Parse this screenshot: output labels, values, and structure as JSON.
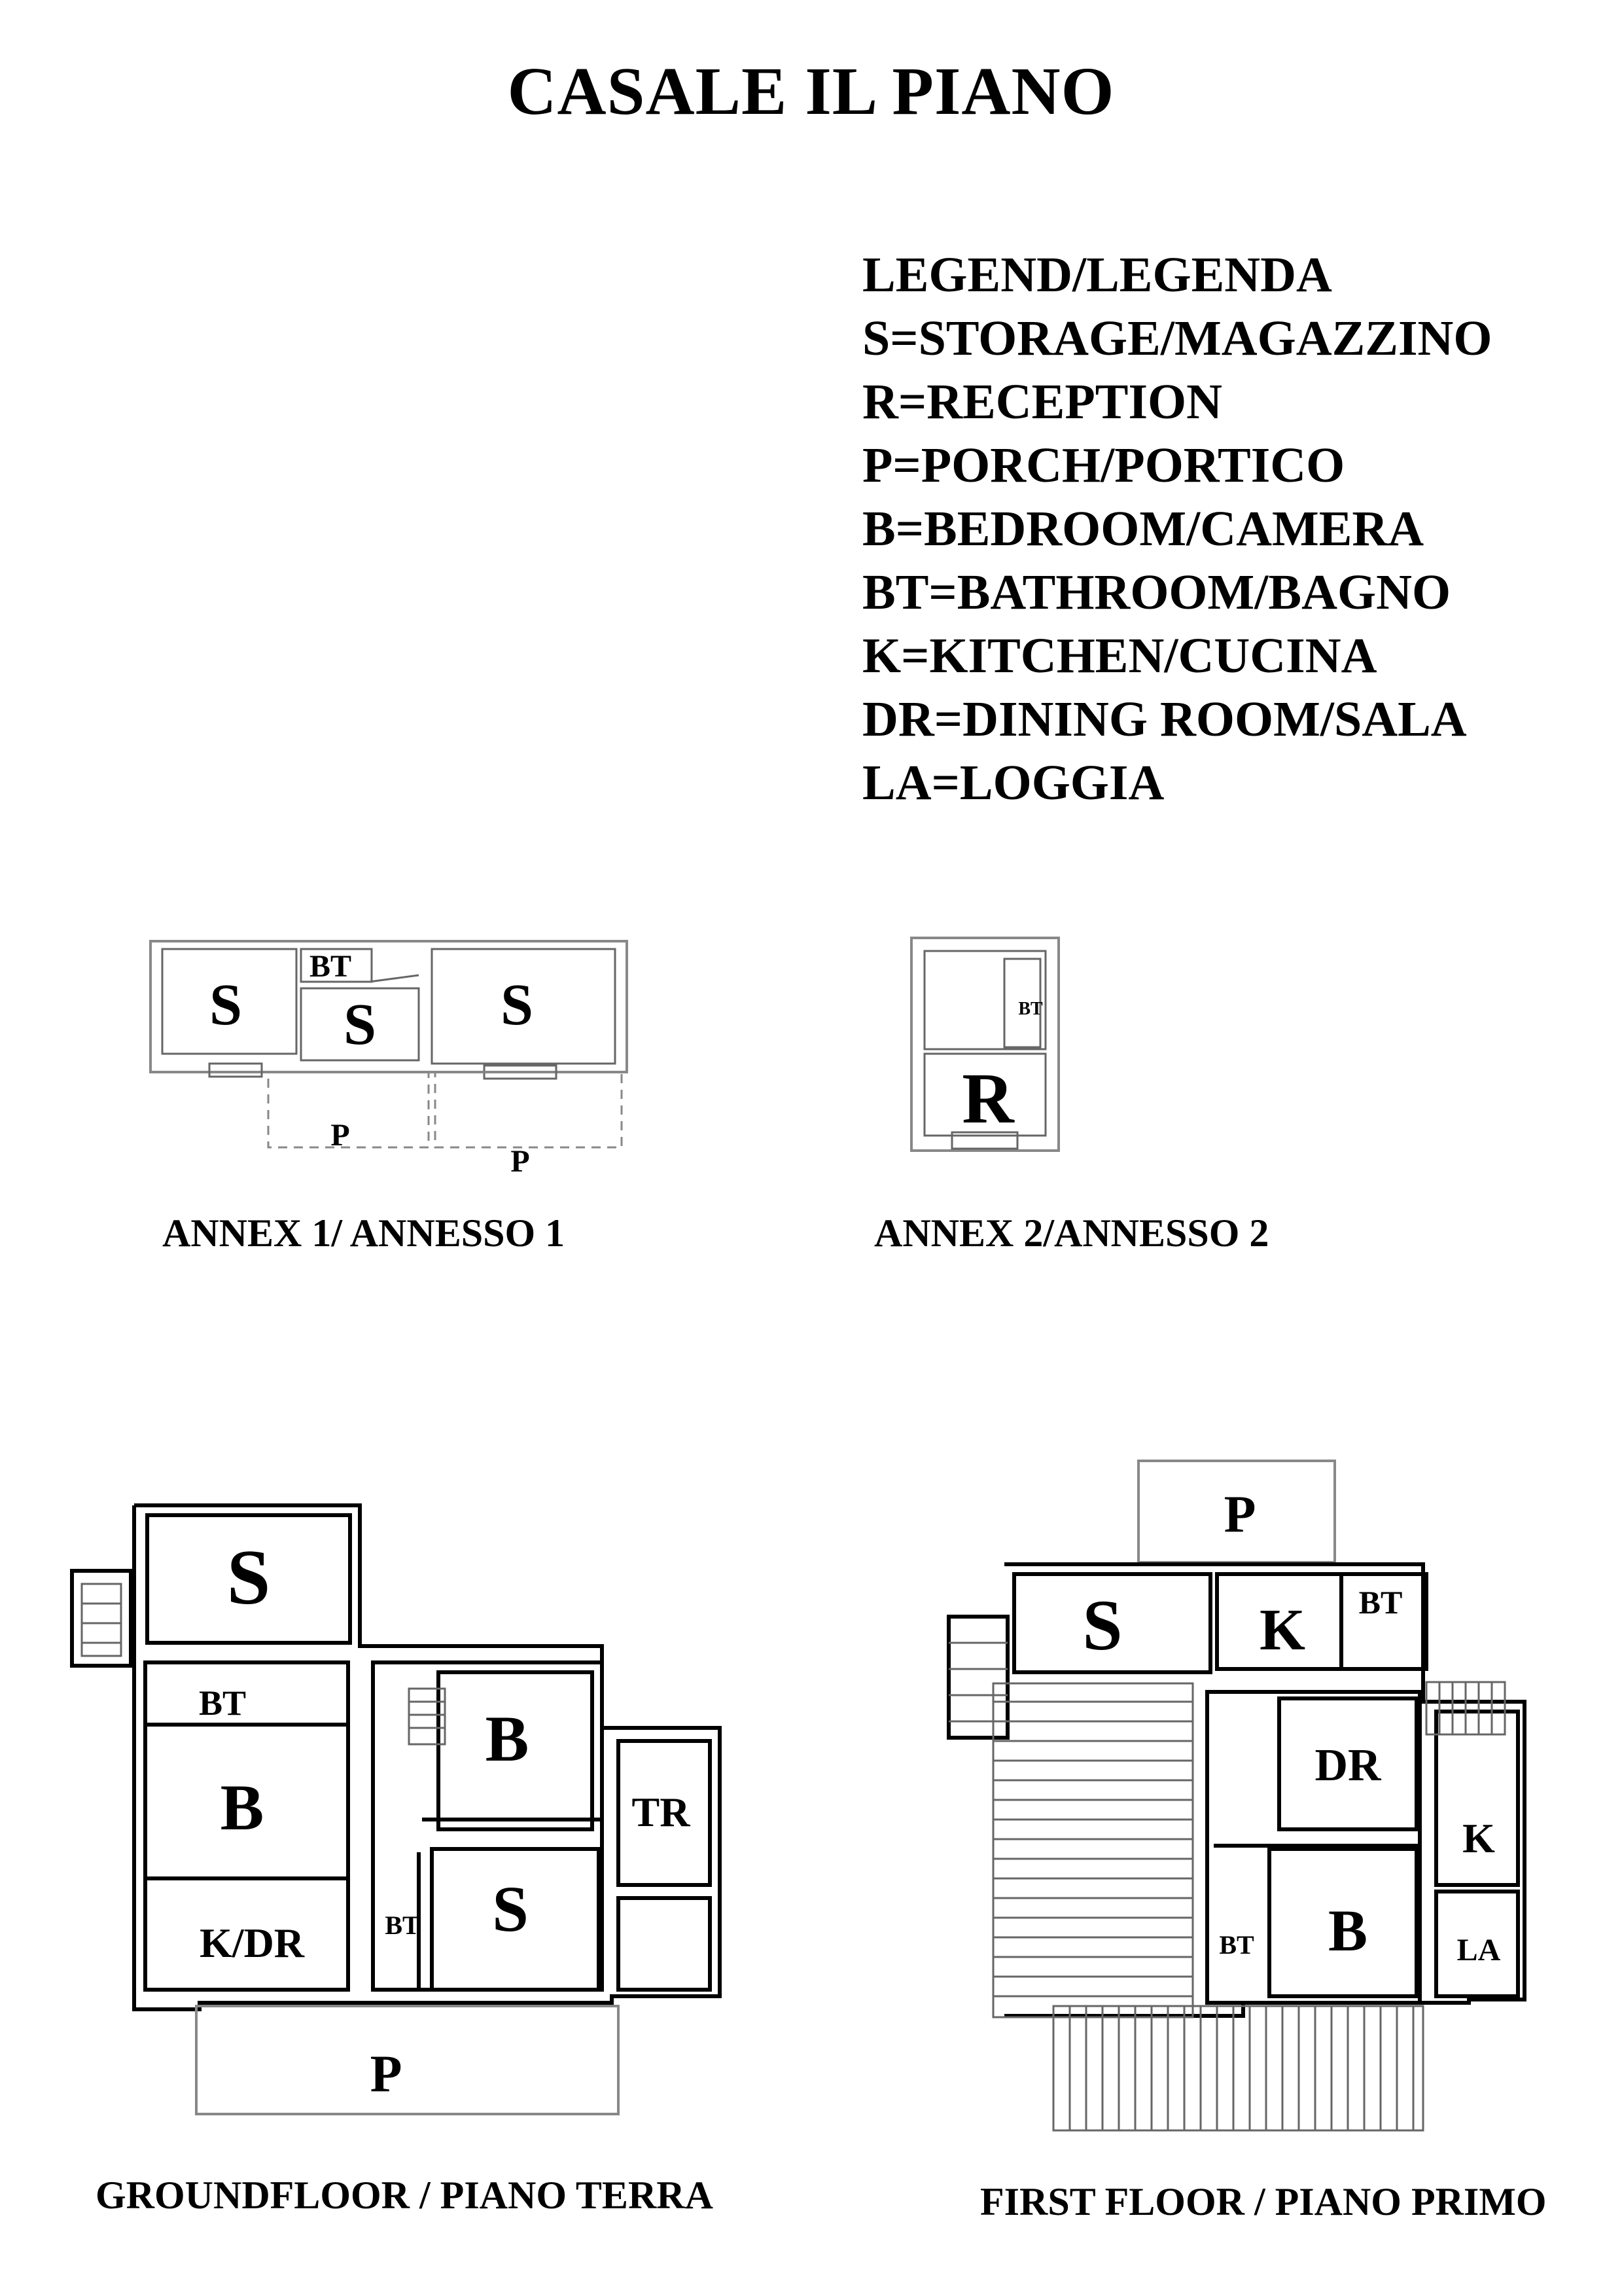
{
  "title": "CASALE IL PIANO",
  "legend": [
    "LEGEND/LEGENDA",
    "S=STORAGE/MAGAZZINO",
    "R=RECEPTION",
    "P=PORCH/PORTICO",
    "B=BEDROOM/CAMERA",
    "BT=BATHROOM/BAGNO",
    "K=KITCHEN/CUCINA",
    "DR=DINING ROOM/SALA",
    "LA=LOGGIA"
  ],
  "plans": {
    "annex1": {
      "caption": "ANNEX 1/ ANNESSO 1",
      "rooms": [
        "S",
        "BT",
        "S",
        "S",
        "P",
        "P"
      ]
    },
    "annex2": {
      "caption": "ANNEX 2/ANNESSO 2",
      "rooms": [
        "BT",
        "R"
      ]
    },
    "ground": {
      "caption": "GROUNDFLOOR / PIANO TERRA",
      "rooms": [
        "S",
        "BT",
        "B",
        "K/DR",
        "B",
        "TR",
        "BT",
        "S",
        "P"
      ]
    },
    "first": {
      "caption": "FIRST FLOOR / PIANO PRIMO",
      "rooms": [
        "P",
        "S",
        "K",
        "BT",
        "DR",
        "K",
        "BT",
        "B",
        "LA"
      ]
    }
  }
}
